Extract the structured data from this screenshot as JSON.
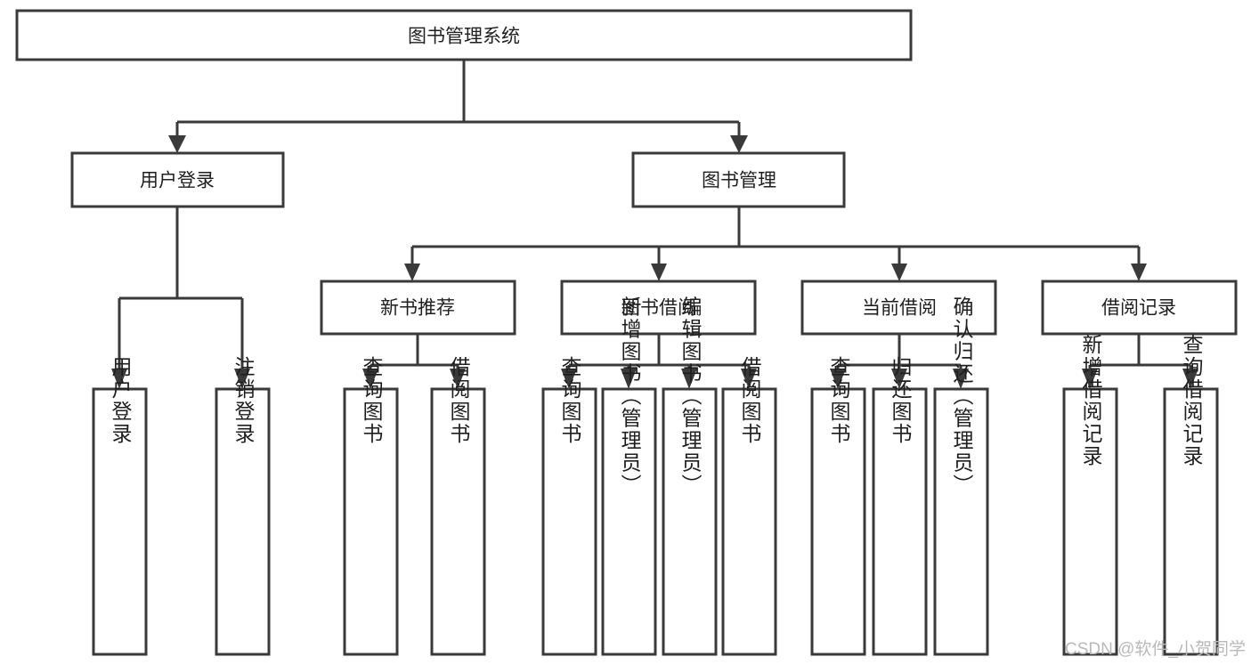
{
  "diagram": {
    "title": "图书管理系统",
    "type": "tree-hierarchy-diagram",
    "colors": {
      "stroke": "#3a3a3a",
      "fill": "#ffffff",
      "text": "#1f1f1f",
      "watermark": "#b9b9b9"
    },
    "root": {
      "label": "图书管理系统"
    },
    "level2": [
      {
        "label": "用户登录"
      },
      {
        "label": "图书管理"
      }
    ],
    "level3": [
      {
        "label": "新书推荐"
      },
      {
        "label": "图书借阅"
      },
      {
        "label": "当前借阅"
      },
      {
        "label": "借阅记录"
      }
    ],
    "leaves": {
      "user_login": [
        {
          "label": "用户登录"
        },
        {
          "label": "注销登录"
        }
      ],
      "new_book_recommend": [
        {
          "label": "查询图书"
        },
        {
          "label": "借阅图书"
        }
      ],
      "book_borrow": [
        {
          "label": "查询图书"
        },
        {
          "label": "新增图书（管理员）"
        },
        {
          "label": "编辑图书（管理员）"
        },
        {
          "label": "借阅图书"
        }
      ],
      "current_borrow": [
        {
          "label": "查询图书"
        },
        {
          "label": "归还图书"
        },
        {
          "label": "确认归还（管理员）"
        }
      ],
      "borrow_record": [
        {
          "label": "新增借阅记录"
        },
        {
          "label": "查询借阅记录"
        }
      ]
    }
  },
  "watermark": {
    "text": "CSDN @软件_小贺同学"
  }
}
